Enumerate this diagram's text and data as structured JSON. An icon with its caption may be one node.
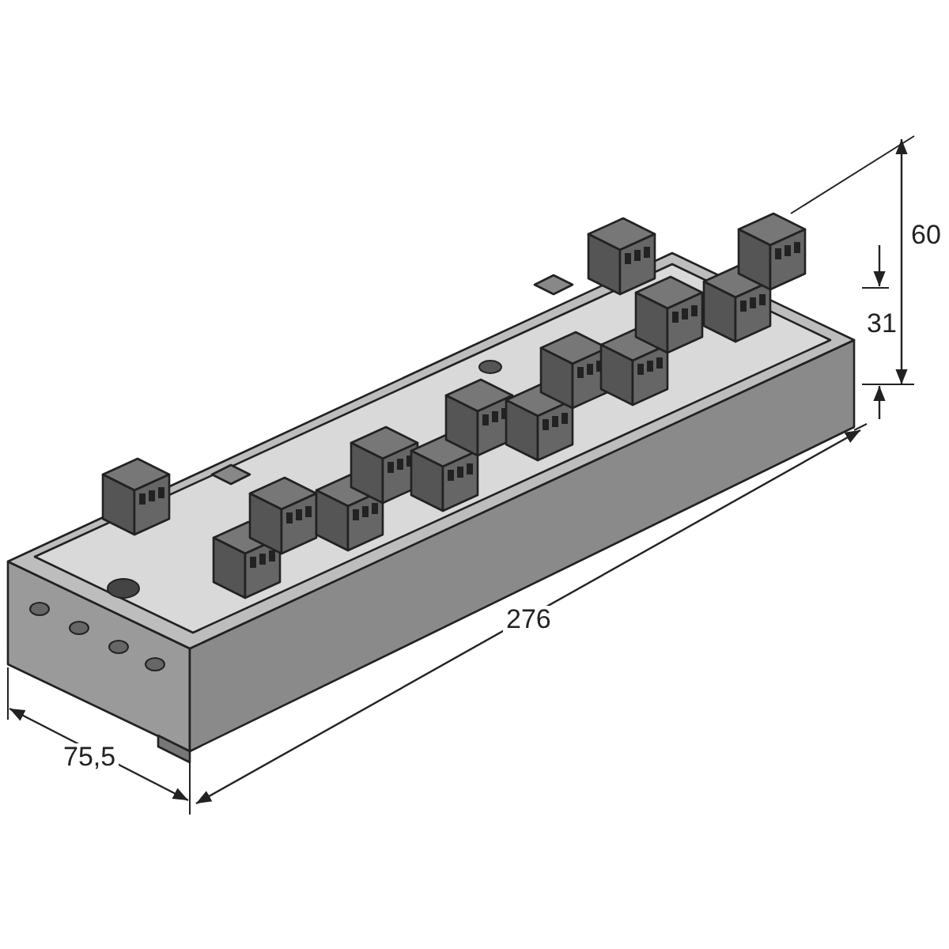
{
  "diagram": {
    "labels": [
      "60",
      "31",
      "276",
      "75,5"
    ]
  }
}
